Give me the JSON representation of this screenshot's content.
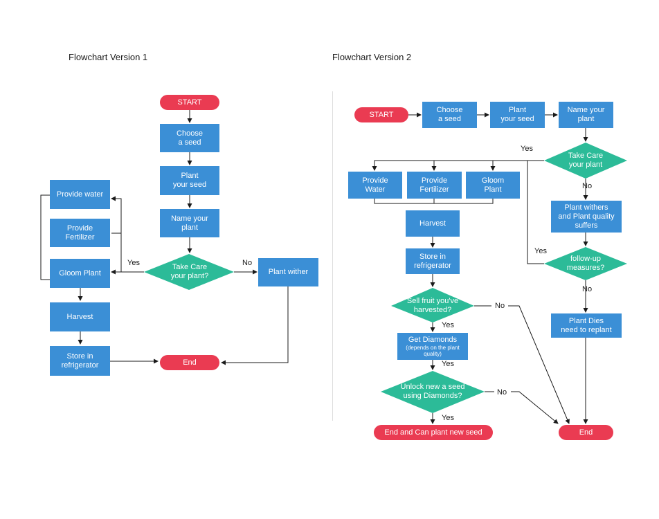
{
  "v1": {
    "title": "Flowchart Version 1",
    "start": "START",
    "choose_seed": "Choose\na seed",
    "plant_seed": "Plant\nyour seed",
    "name_plant": "Name your\nplant",
    "take_care": "Take Care\nyour plant?",
    "plant_wither": "Plant wither",
    "provide_water": "Provide water",
    "provide_fertilizer": "Provide\nFertilizer",
    "gloom_plant": "Gloom Plant",
    "harvest": "Harvest",
    "store": "Store in\nrefrigerator",
    "end": "End",
    "yes": "Yes",
    "no": "No"
  },
  "v2": {
    "title": "Flowchart Version 2",
    "start": "START",
    "choose_seed": "Choose\na seed",
    "plant_seed": "Plant\nyour seed",
    "name_plant": "Name your\nplant",
    "take_care": "Take Care\nyour plant",
    "provide_water": "Provide\nWater",
    "provide_fertilizer": "Provide\nFertilizer",
    "gloom_plant": "Gloom\nPlant",
    "harvest": "Harvest",
    "store": "Store in\nrefrigerator",
    "sell_fruit": "Sell fruit you've\nharvested?",
    "get_diamonds": "Get Diamonds",
    "get_diamonds_sub": "(depends on the plant\nquality)",
    "unlock_seed": "Unlock new a seed\nusing Diamonds?",
    "end_new_seed": "End and Can plant new seed",
    "plant_withers": "Plant withers\nand Plant quality\nsuffers",
    "follow_up": "follow-up\nmeasures?",
    "plant_dies": "Plant Dies\nneed to replant",
    "end": "End",
    "yes_take_care": "Yes",
    "no_take_care": "No",
    "yes_follow": "Yes",
    "no_follow": "No",
    "yes_sell": "Yes",
    "no_sell": "No",
    "yes_diamonds": "Yes",
    "yes_unlock": "Yes",
    "no_unlock": "No"
  },
  "colors": {
    "process": "#3b8fd6",
    "decision": "#2cbb98",
    "terminal": "#ea3b52",
    "connector": "#1a1a1a"
  }
}
